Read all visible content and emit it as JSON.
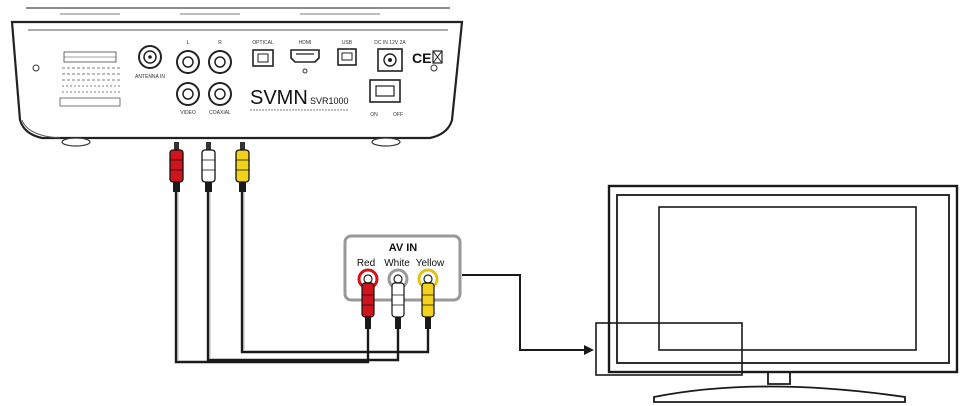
{
  "device": {
    "port_labels": {
      "antenna_in": "ANTENNA IN",
      "audio_left": "L",
      "audio_right": "R",
      "video": "VIDEO",
      "coaxial": "COAXIAL",
      "optical": "OPTICAL",
      "hdmi": "HDMI",
      "usb": "USB",
      "dc_in": "DC IN 12V 2A",
      "switch_on": "ON",
      "switch_off": "OFF"
    },
    "brand": "SVMN",
    "model": "SVR1000",
    "ce_mark": "CE"
  },
  "av_panel": {
    "title": "AV IN",
    "jacks": [
      {
        "label": "Red",
        "color": "#d0141c"
      },
      {
        "label": "White",
        "color": "#ffffff"
      },
      {
        "label": "Yellow",
        "color": "#f2d21b"
      }
    ]
  },
  "cable_colors": {
    "red": "#d0141c",
    "white": "#ffffff",
    "yellow": "#f2d21b",
    "wire": "#1a1a1a"
  },
  "icons": [
    "device-rear-panel",
    "rca-plug-icon",
    "tv-icon",
    "arrow-icon"
  ]
}
